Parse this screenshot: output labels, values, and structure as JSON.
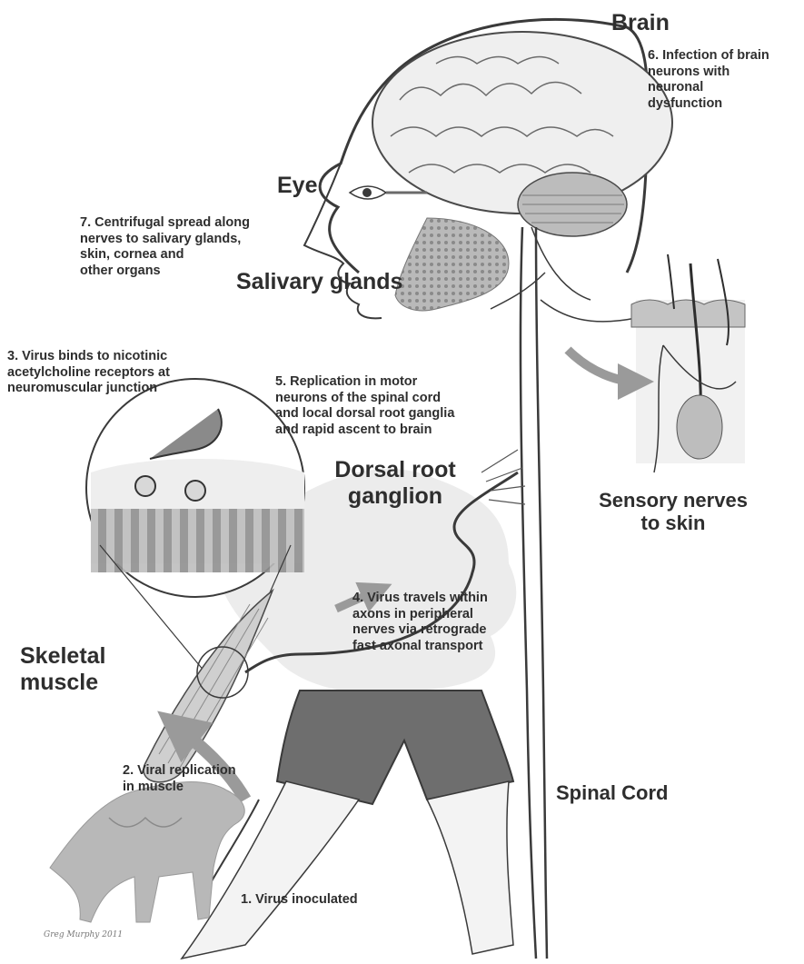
{
  "labels": {
    "brain": "Brain",
    "eye": "Eye",
    "salivary_glands": "Salivary glands",
    "dorsal_root_ganglion": "Dorsal root\nganglion",
    "sensory_nerves": "Sensory nerves\nto skin",
    "skeletal_muscle": "Skeletal\nmuscle",
    "spinal_cord": "Spinal Cord"
  },
  "steps": {
    "s1": "1. Virus inoculated",
    "s2": "2. Viral replication\nin muscle",
    "s3": "3. Virus binds to nicotinic\nacetylcholine receptors at\nneuromuscular junction",
    "s4": "4. Virus travels within\naxons in peripheral\nnerves via retrograde\nfast axonal transport",
    "s5": "5. Replication in motor\nneurons of the spinal cord\nand local dorsal root ganglia\nand rapid ascent to brain",
    "s6": "6. Infection of brain\nneurons with\nneuronal\ndysfunction",
    "s7": "7. Centrifugal spread along\nnerves to salivary glands,\nskin, cornea and\nother organs"
  },
  "signature": "Greg Murphy 2011",
  "colors": {
    "line": "#3a3a3a",
    "silhouette": "#e9e9e9",
    "arrow": "#9a9a9a",
    "shorts": "#6e6e6e",
    "muscle": "#c9c9c9"
  }
}
